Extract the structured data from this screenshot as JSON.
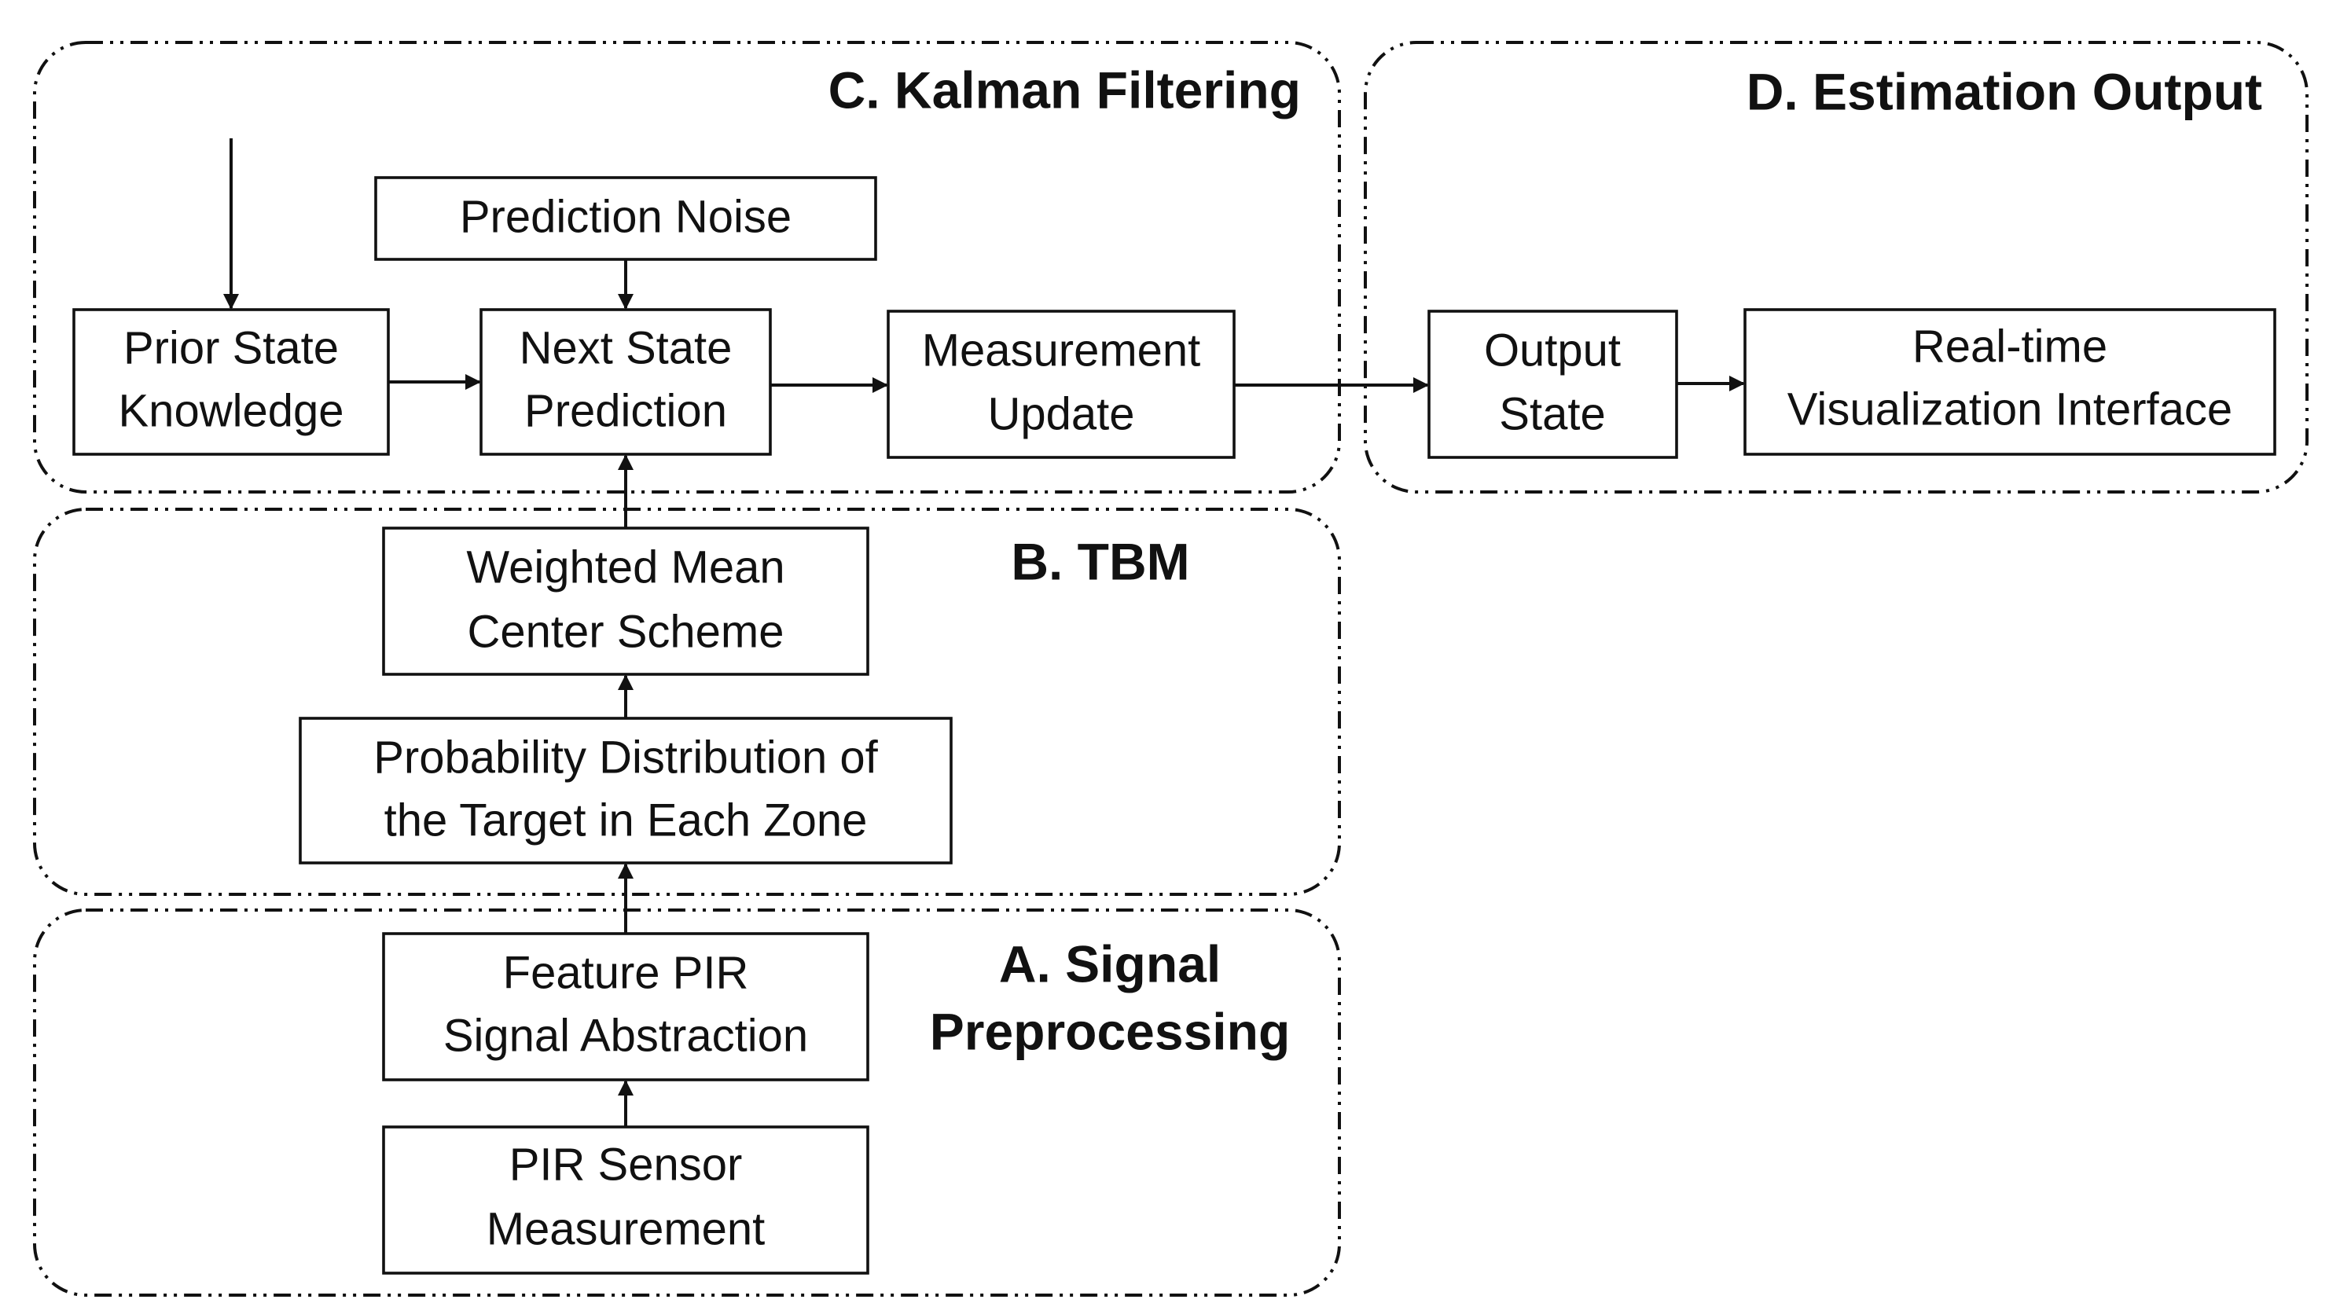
{
  "groups": {
    "kalman": {
      "title": "C. Kalman Filtering"
    },
    "output": {
      "title": "D. Estimation Output"
    },
    "tbm": {
      "title": "B. TBM"
    },
    "signal": {
      "title_line1": "A. Signal",
      "title_line2": "Preprocessing"
    }
  },
  "boxes": {
    "prediction_noise": {
      "line1": "Prediction Noise"
    },
    "prior_state": {
      "line1": "Prior State",
      "line2": "Knowledge"
    },
    "next_state": {
      "line1": "Next State",
      "line2": "Prediction"
    },
    "measurement_update": {
      "line1": "Measurement",
      "line2": "Update"
    },
    "output_state": {
      "line1": "Output",
      "line2": "State"
    },
    "realtime_vis": {
      "line1": "Real-time",
      "line2": "Visualization Interface"
    },
    "weighted_mean": {
      "line1": "Weighted Mean",
      "line2": "Center Scheme"
    },
    "probability_dist": {
      "line1": "Probability Distribution of",
      "line2": "the Target in Each Zone"
    },
    "feature_pir": {
      "line1": "Feature PIR",
      "line2": "Signal Abstraction"
    },
    "pir_sensor": {
      "line1": "PIR Sensor",
      "line2": "Measurement"
    }
  },
  "colors": {
    "stroke": "#111111",
    "background": "#ffffff"
  }
}
